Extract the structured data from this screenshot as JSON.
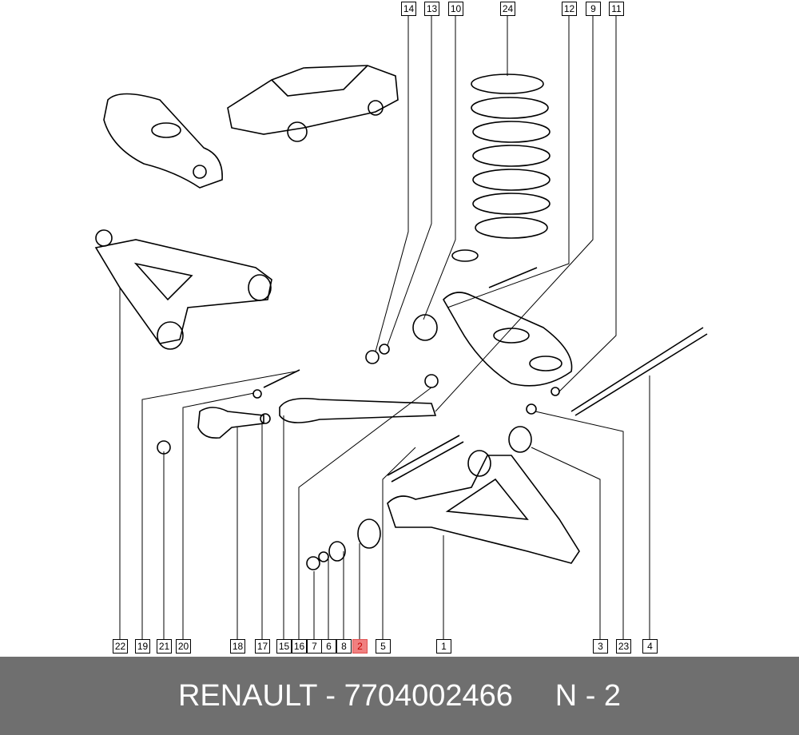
{
  "callouts_top": [
    "14",
    "13",
    "10",
    "24",
    "12",
    "9",
    "11"
  ],
  "callouts_bottom": [
    "22",
    "19",
    "21",
    "20",
    "18",
    "17",
    "15",
    "16",
    "7",
    "6",
    "8",
    "2",
    "5",
    "1",
    "3",
    "23",
    "4"
  ],
  "highlighted_callout": "2",
  "highlight_color": "#f08080",
  "footer": {
    "brand": "RENAULT",
    "part_number": "7704002466",
    "position": "N - 2",
    "text": "RENAULT - 7704002466     N - 2"
  }
}
